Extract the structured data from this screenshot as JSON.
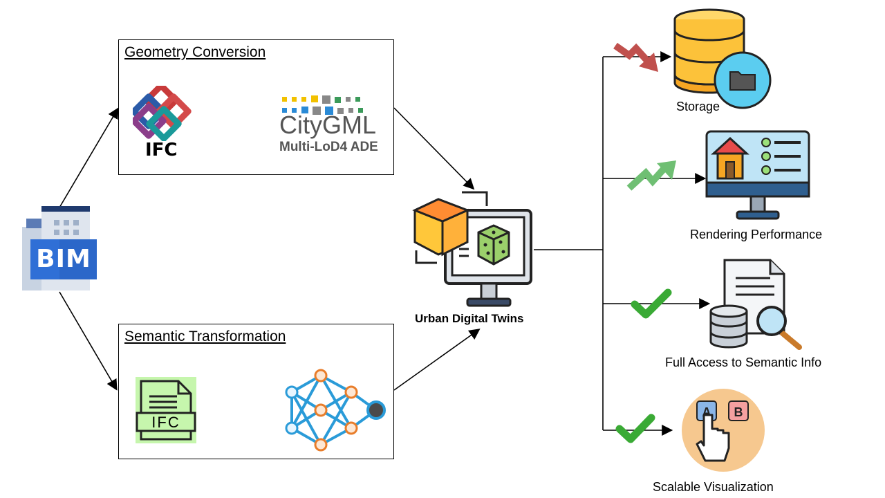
{
  "bim": {
    "label": "BIM"
  },
  "geometry": {
    "title": "Geometry Conversion",
    "ifc_logo_text": "IFC",
    "citygml_logo_line1": "CityGML",
    "citygml_logo_line2": "Multi-LoD4 ADE"
  },
  "semantic": {
    "title": "Semantic Transformation",
    "file_label": "IFC"
  },
  "center": {
    "label": "Urban Digital Twins"
  },
  "outcomes": [
    {
      "label": "Storage",
      "status": "decrease",
      "status_color": "#c0504d"
    },
    {
      "label": "Rendering Performance",
      "status": "increase",
      "status_color": "#6fbf73"
    },
    {
      "label": "Full Access to Semantic Info",
      "status": "check",
      "status_color": "#3aaa35"
    },
    {
      "label": "Scalable Visualization",
      "status": "check",
      "status_color": "#3aaa35"
    }
  ],
  "icons": {
    "storage": "database-folder-icon",
    "rendering": "monitor-house-icon",
    "semantic": "document-database-search-icon",
    "visualization": "hand-select-ab-icon",
    "network": "neural-network-icon",
    "twin": "monitor-cube-icon"
  }
}
